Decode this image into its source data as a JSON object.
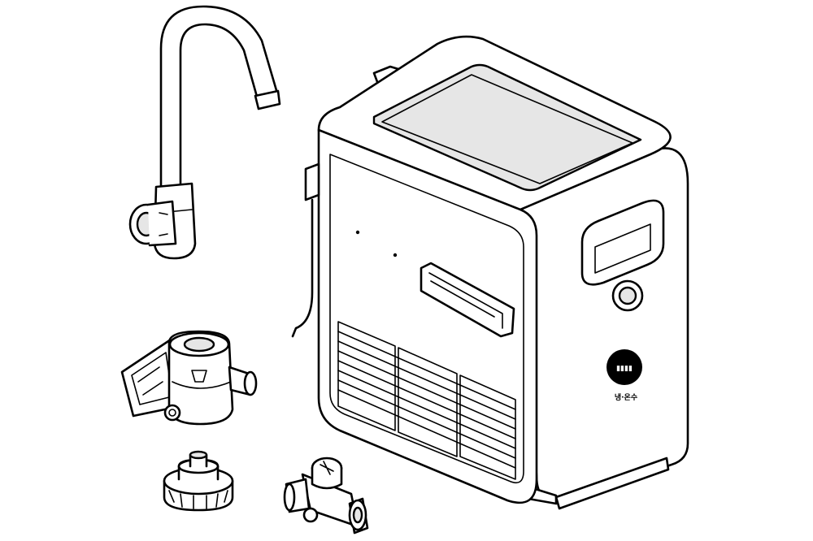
{
  "figure": {
    "badge_text": "▮▮▮▮",
    "badge_caption": "냉·온수"
  },
  "colors": {
    "line": "#000000",
    "background": "#ffffff",
    "fill_light": "#e6e6e6"
  },
  "components": [
    {
      "name": "faucet",
      "icon": "faucet-icon"
    },
    {
      "name": "water-purifier-unit",
      "icon": "purifier-icon"
    },
    {
      "name": "filter-head-bracket",
      "icon": "filter-head-icon"
    },
    {
      "name": "filter-cap",
      "icon": "cap-icon"
    },
    {
      "name": "feed-water-valve",
      "icon": "valve-icon"
    }
  ]
}
